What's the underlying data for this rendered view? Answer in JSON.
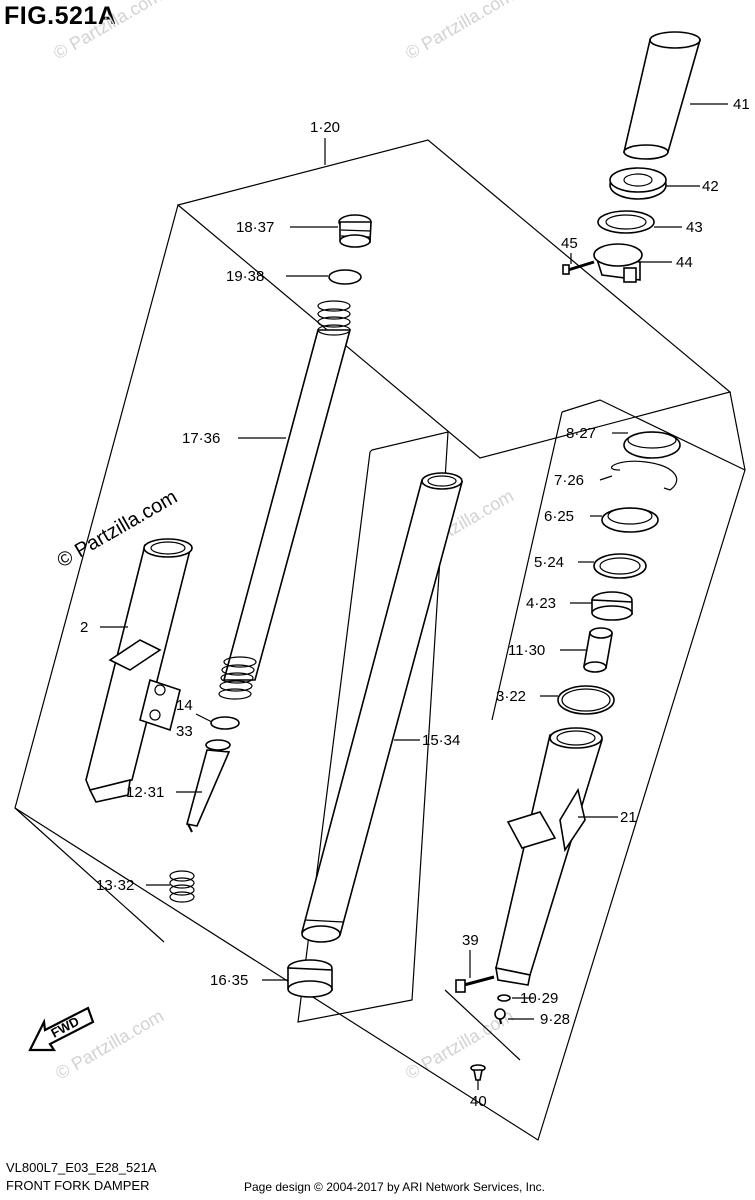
{
  "figure": {
    "title": "FIG.521A",
    "model_code": "VL800L7_E03_E28_521A",
    "name": "FRONT FORK DAMPER",
    "copyright": "Page design © 2004-2017 by ARI Network Services, Inc."
  },
  "watermark": "© Partzilla.com",
  "fwd_label": "FWD",
  "callouts": {
    "c41": "41",
    "c42": "42",
    "c43": "43",
    "c44": "44",
    "c45": "45",
    "c1_20": "1·20",
    "c18_37": "18·37",
    "c19_38": "19·38",
    "c17_36": "17·36",
    "c2": "2",
    "c14": "14",
    "c33": "33",
    "c12_31": "12·31",
    "c13_32": "13·32",
    "c15_34": "15·34",
    "c16_35": "16·35",
    "c8_27": "8·27",
    "c7_26": "7·26",
    "c6_25": "6·25",
    "c5_24": "5·24",
    "c4_23": "4·23",
    "c11_30": "11·30",
    "c3_22": "3·22",
    "c21": "21",
    "c39": "39",
    "c10_29": "10·29",
    "c9_28": "9·28",
    "c40": "40"
  }
}
